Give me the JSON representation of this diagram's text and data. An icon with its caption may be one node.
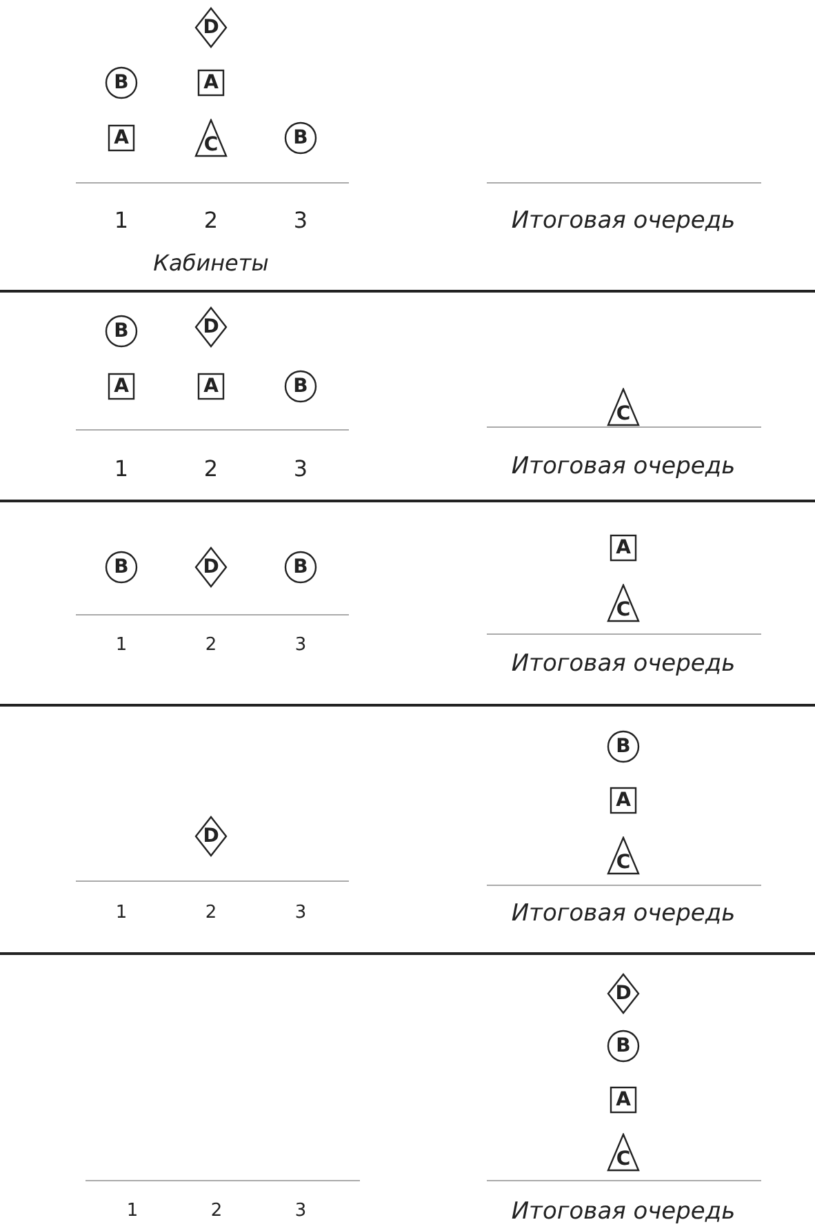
{
  "diagram": {
    "nodes": [
      {
        "text": [
          "D"
        ]
      },
      {
        "text": [
          "B"
        ]
      },
      {
        "text": [
          "A"
        ]
      },
      {
        "text": [
          "A"
        ]
      },
      {
        "text": [
          "C"
        ]
      },
      {
        "text": [
          "B"
        ]
      },
      {
        "text": [
          "B"
        ]
      },
      {
        "text": [
          "D"
        ]
      },
      {
        "text": [
          "A"
        ]
      },
      {
        "text": [
          "A"
        ]
      },
      {
        "text": [
          "B"
        ]
      },
      {
        "text": [
          "C"
        ]
      },
      {
        "text": [
          "A"
        ]
      },
      {
        "text": [
          "B"
        ]
      },
      {
        "text": [
          "D"
        ]
      },
      {
        "text": [
          "B"
        ]
      },
      {
        "text": [
          "C"
        ]
      },
      {
        "text": [
          "B"
        ]
      },
      {
        "text": [
          "A"
        ]
      },
      {
        "text": [
          "D"
        ]
      },
      {
        "text": [
          "C"
        ]
      },
      {
        "text": [
          "D"
        ]
      },
      {
        "text": [
          "B"
        ]
      },
      {
        "text": [
          "A"
        ]
      },
      {
        "text": [
          "C"
        ]
      }
    ],
    "labels": [
      "1",
      "2",
      "3",
      "Итоговая очередь",
      "Кабинеты",
      "1",
      "2",
      "3",
      "Итоговая очередь",
      "1",
      "2",
      "3",
      "Итоговая очередь",
      "1",
      "2",
      "3",
      "Итоговая очередь",
      "1",
      "2",
      "3",
      "Итоговая очередь"
    ]
  }
}
